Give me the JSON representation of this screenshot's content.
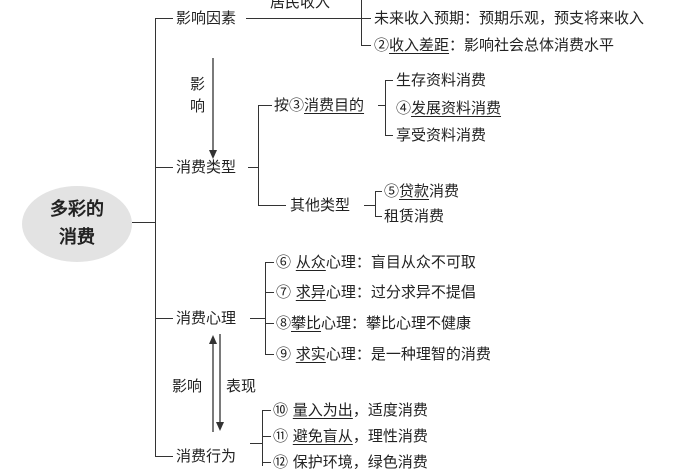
{
  "root": {
    "line1": "多彩的",
    "line2": "消费"
  },
  "factors": {
    "label": "影响因素",
    "income_label": "居民收入",
    "items": [
      {
        "num": "",
        "key": "未来收入预期",
        "rest": "：预期乐观，预支将来收入"
      },
      {
        "num": "②",
        "key": "收入差距",
        "rest": "：影响社会总体消费水平"
      }
    ]
  },
  "influence_arrow_label": "影响",
  "types": {
    "label": "消费类型",
    "by_purpose": {
      "prefix": "按",
      "num": "③",
      "key": "消费目的",
      "items": [
        {
          "num": "",
          "key": "生存资料消费"
        },
        {
          "num": "④",
          "key": "发展资料消费"
        },
        {
          "num": "",
          "key": "享受资料消费"
        }
      ]
    },
    "other": {
      "label": "其他类型",
      "items": [
        {
          "num": "⑤",
          "key": "贷款",
          "rest": "消费"
        },
        {
          "num": "",
          "key": "",
          "rest": "租赁消费"
        }
      ]
    }
  },
  "psychology": {
    "label": "消费心理",
    "items": [
      {
        "num": "⑥",
        "key": "从众",
        "rest": "心理：盲目从众不可取"
      },
      {
        "num": "⑦",
        "key": "求异",
        "rest": "心理：过分求异不提倡"
      },
      {
        "num": "⑧",
        "key": "攀比",
        "rest": "心理：攀比心理不健康"
      },
      {
        "num": "⑨",
        "key": "求实",
        "rest": "心理：是一种理智的消费"
      }
    ]
  },
  "double_arrow": {
    "left_label": "影响",
    "right_label": "表现"
  },
  "behavior": {
    "label": "消费行为",
    "items": [
      {
        "num": "⑩",
        "key": "量入为出",
        "rest": "，适度消费"
      },
      {
        "num": "⑪",
        "key": "避免盲从",
        "rest": "，理性消费"
      },
      {
        "num": "⑫",
        "key": "",
        "rest": "保护环境，绿色消费"
      }
    ]
  }
}
